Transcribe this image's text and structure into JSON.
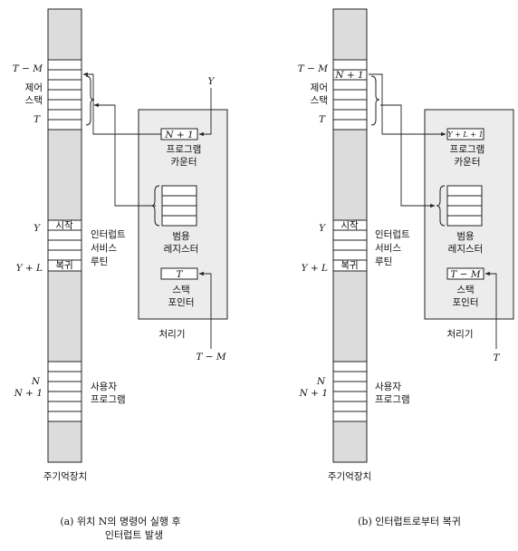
{
  "panel_a": {
    "memory_label": "주기억장치",
    "control_stack_label_1": "제어",
    "control_stack_label_2": "스택",
    "tm_label": "T − M",
    "t_label": "T",
    "y_label": "Y",
    "yl_label": "Y + L",
    "n_label": "N",
    "n1_label": "N + 1",
    "start_label": "시작",
    "return_label": "복귀",
    "isr_label_1": "인터럽트",
    "isr_label_2": "서비스",
    "isr_label_3": "루틴",
    "user_prog_1": "사용자",
    "user_prog_2": "프로그램",
    "pc_value": "N + 1",
    "pc_label_1": "프로그램",
    "pc_label_2": "카운터",
    "gpr_label_1": "범용",
    "gpr_label_2": "레지스터",
    "sp_value": "T",
    "sp_label_1": "스택",
    "sp_label_2": "포인터",
    "processor_label": "처리기",
    "y_in_label": "Y",
    "tm_in_label": "T − M",
    "caption_1": "(a)  위치 N의 명령어 실행 후",
    "caption_2": "인터럽트 발생"
  },
  "panel_b": {
    "memory_label": "주기억장치",
    "control_stack_label_1": "제어",
    "control_stack_label_2": "스택",
    "tm_label": "T − M",
    "t_label": "T",
    "stack_top_value": "N + 1",
    "y_label": "Y",
    "yl_label": "Y + L",
    "n_label": "N",
    "n1_label": "N + 1",
    "start_label": "시작",
    "return_label": "복귀",
    "isr_label_1": "인터럽트",
    "isr_label_2": "서비스",
    "isr_label_3": "루틴",
    "user_prog_1": "사용자",
    "user_prog_2": "프로그램",
    "pc_value": "Y + L + 1",
    "pc_label_1": "프로그램",
    "pc_label_2": "카운터",
    "gpr_label_1": "범용",
    "gpr_label_2": "레지스터",
    "sp_value": "T − M",
    "sp_label_1": "스택",
    "sp_label_2": "포인터",
    "processor_label": "처리기",
    "t_in_label": "T",
    "caption": "(b)  인터럽트로부터 복귀"
  }
}
